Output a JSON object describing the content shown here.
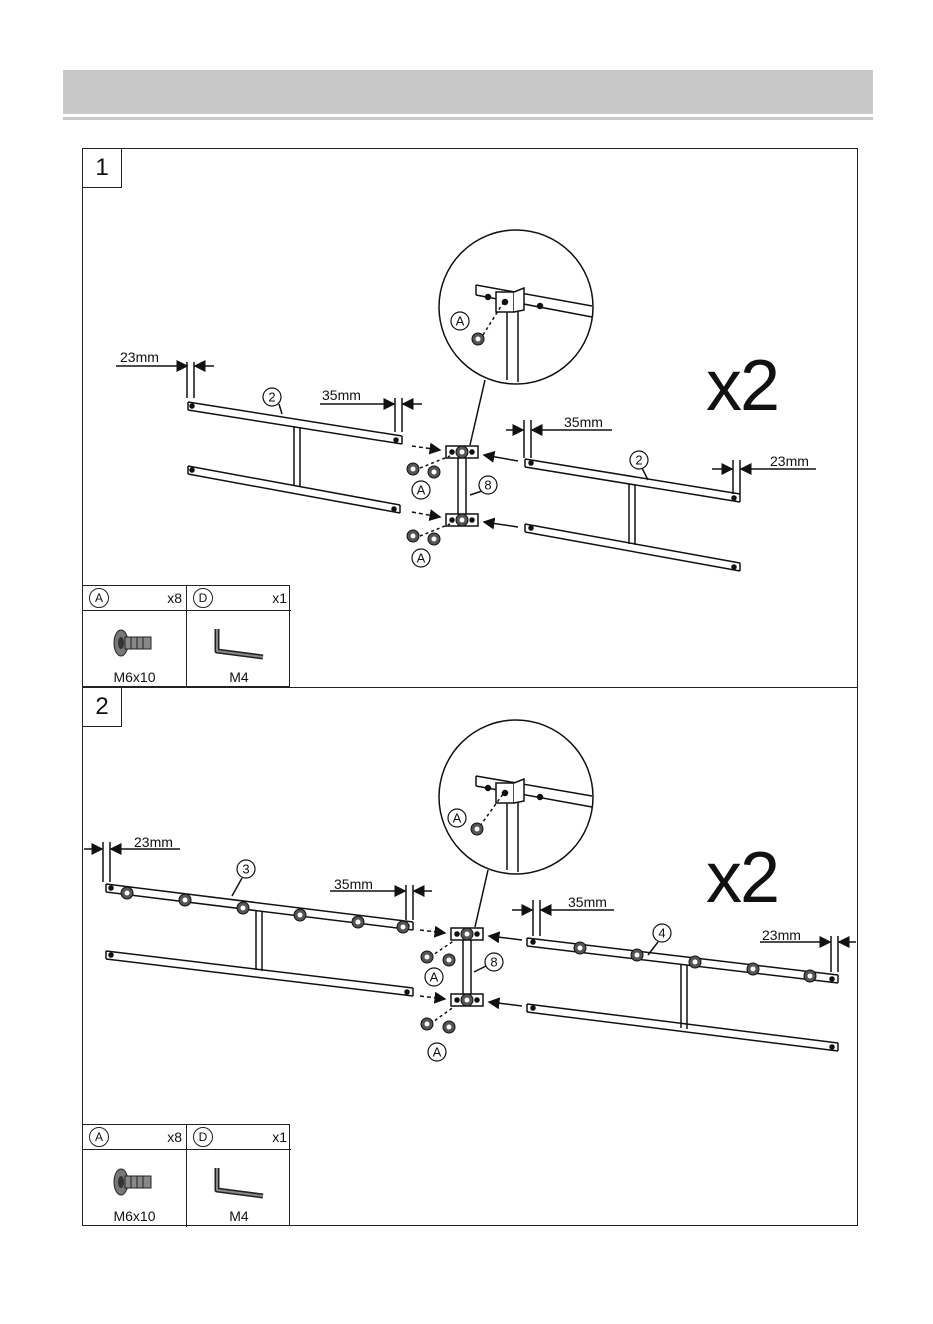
{
  "steps": [
    {
      "number": "1",
      "multiplier": "x2",
      "dims": {
        "left_end": "23mm",
        "left_inner": "35mm",
        "right_inner": "35mm",
        "right_end": "23mm"
      },
      "part_labels": {
        "left_frame": "2",
        "right_frame": "2",
        "connector": "8",
        "screw": "A"
      },
      "parts": [
        {
          "letter": "A",
          "qty": "x8",
          "name": "M6x10",
          "icon": "screw-icon"
        },
        {
          "letter": "D",
          "qty": "x1",
          "name": "M4",
          "icon": "allen-key-icon"
        }
      ]
    },
    {
      "number": "2",
      "multiplier": "x2",
      "dims": {
        "left_end": "23mm",
        "left_inner": "35mm",
        "right_inner": "35mm",
        "right_end": "23mm"
      },
      "part_labels": {
        "left_frame": "3",
        "right_frame": "4",
        "connector": "8",
        "screw": "A"
      },
      "parts": [
        {
          "letter": "A",
          "qty": "x8",
          "name": "M6x10",
          "icon": "screw-icon"
        },
        {
          "letter": "D",
          "qty": "x1",
          "name": "M4",
          "icon": "allen-key-icon"
        }
      ]
    }
  ]
}
